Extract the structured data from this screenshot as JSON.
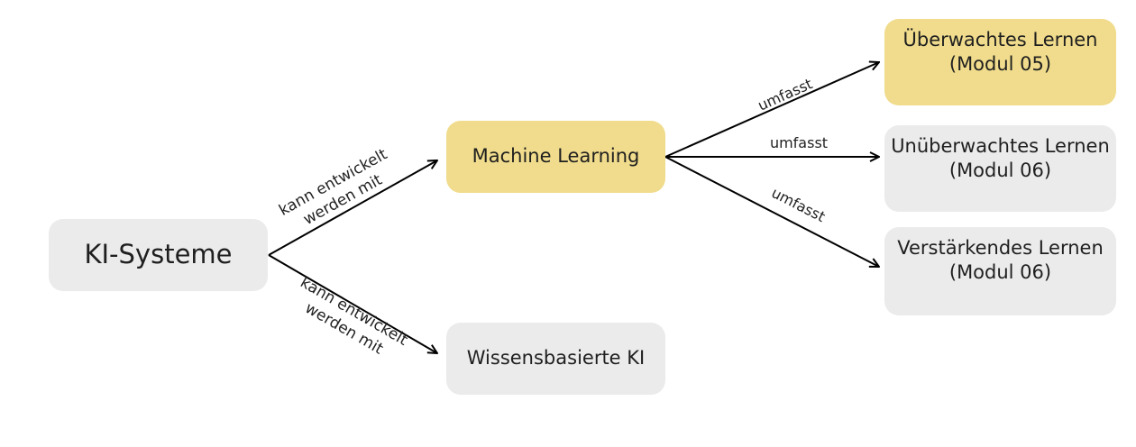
{
  "nodes": {
    "ki_systeme": "KI-Systeme",
    "machine_learning": "Machine Learning",
    "wissensbasierte_ki": "Wissensbasierte KI",
    "ueberwachtes": "Überwachtes Lernen\n(Modul 05)",
    "unueberwachtes": "Unüberwachtes Lernen\n(Modul 06)",
    "verstaerkendes": "Verstärkendes Lernen\n(Modul 06)"
  },
  "edge_labels": {
    "ki_to_ml_line1": "kann entwickelt",
    "ki_to_ml_line2": "werden mit",
    "ki_to_wb_line1": "kann entwickelt",
    "ki_to_wb_line2": "werden mit",
    "ml_to_ueberwachtes": "umfasst",
    "ml_to_unueberwachtes": "umfasst",
    "ml_to_verstaerkendes": "umfasst"
  },
  "colors": {
    "grey_node": "#ebebeb",
    "highlight_node": "#f0dc8c",
    "edge": "#000000"
  }
}
